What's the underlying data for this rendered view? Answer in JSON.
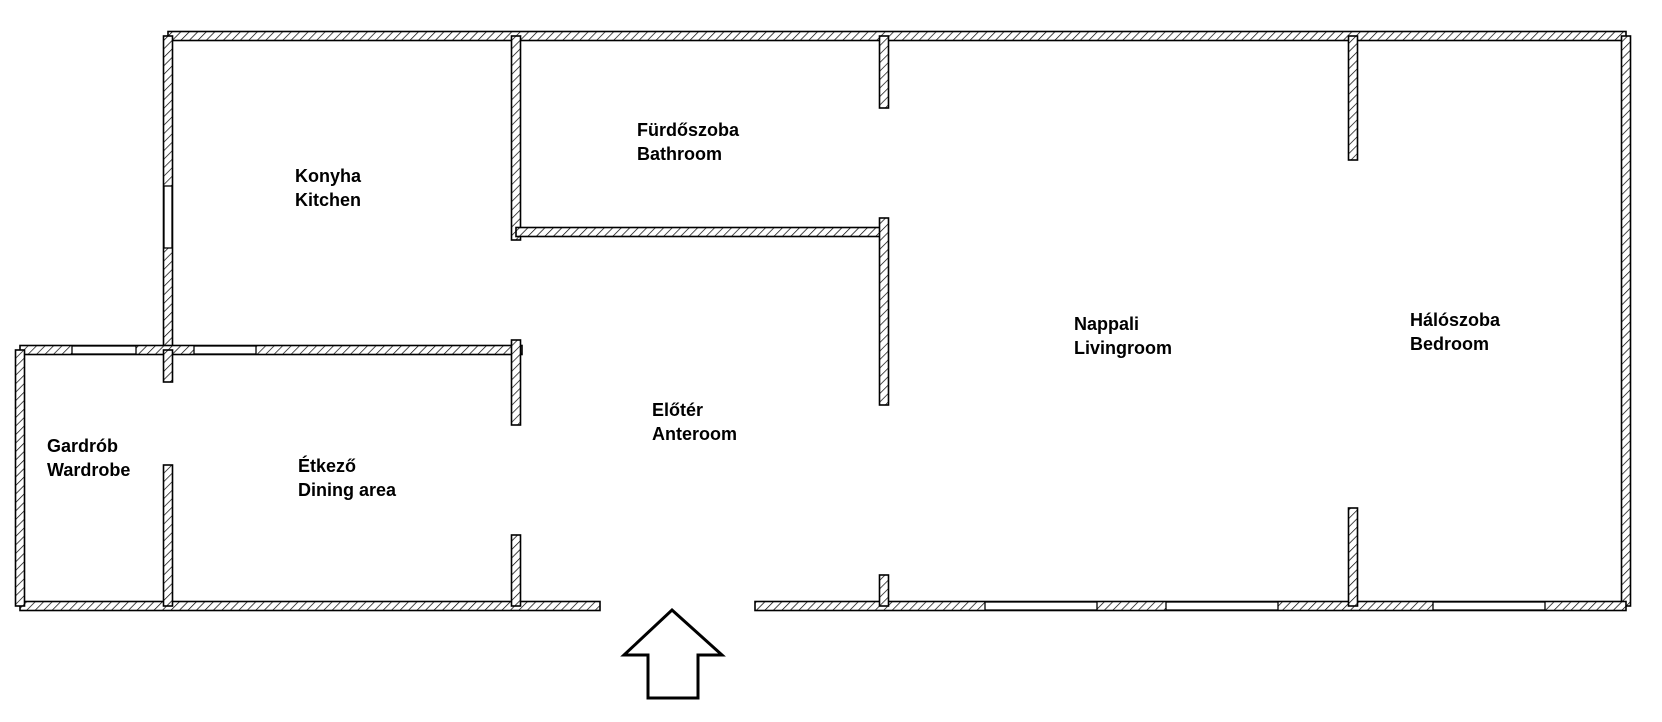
{
  "colors": {
    "wall": "#000000",
    "hatch": "#000000",
    "background": "#ffffff"
  },
  "rooms": {
    "kitchen": {
      "hu": "Konyha",
      "en": "Kitchen"
    },
    "bathroom": {
      "hu": "Fürdőszoba",
      "en": "Bathroom"
    },
    "living": {
      "hu": "Nappali",
      "en": "Livingroom"
    },
    "bedroom": {
      "hu": "Hálószoba",
      "en": "Bedroom"
    },
    "wardrobe": {
      "hu": "Gardrób",
      "en": "Wardrobe"
    },
    "dining": {
      "hu": "Étkező",
      "en": "Dining area"
    },
    "anteroom": {
      "hu": "Előtér",
      "en": "Anteroom"
    }
  },
  "icons": {
    "entrance": "entrance-arrow-icon"
  }
}
